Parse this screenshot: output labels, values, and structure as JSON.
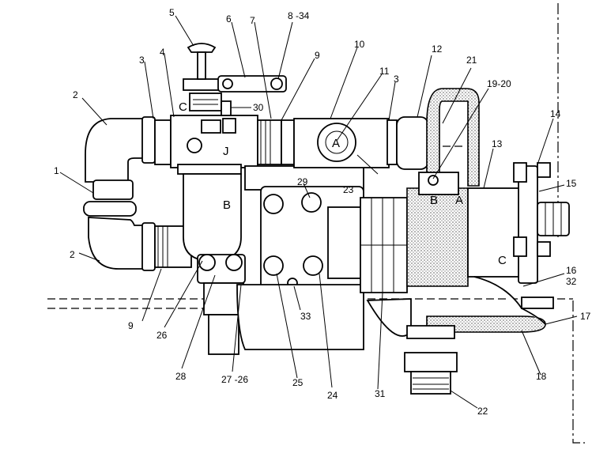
{
  "diagram": {
    "callouts": [
      {
        "id": "c1",
        "text": "1"
      },
      {
        "id": "c2a",
        "text": "2"
      },
      {
        "id": "c2b",
        "text": "2"
      },
      {
        "id": "c3a",
        "text": "3"
      },
      {
        "id": "c3b",
        "text": "3"
      },
      {
        "id": "c4",
        "text": "4"
      },
      {
        "id": "c5",
        "text": "5"
      },
      {
        "id": "c6",
        "text": "6"
      },
      {
        "id": "c7",
        "text": "7"
      },
      {
        "id": "c8",
        "text": "8 -34"
      },
      {
        "id": "c9a",
        "text": "9"
      },
      {
        "id": "c9b",
        "text": "9"
      },
      {
        "id": "c10",
        "text": "10"
      },
      {
        "id": "c11",
        "text": "11"
      },
      {
        "id": "c12",
        "text": "12"
      },
      {
        "id": "c13",
        "text": "13"
      },
      {
        "id": "c14",
        "text": "14"
      },
      {
        "id": "c15",
        "text": "15"
      },
      {
        "id": "c16",
        "text": "16"
      },
      {
        "id": "c17",
        "text": "17"
      },
      {
        "id": "c18",
        "text": "18"
      },
      {
        "id": "c19",
        "text": "19-20"
      },
      {
        "id": "c21",
        "text": "21"
      },
      {
        "id": "c22",
        "text": "22"
      },
      {
        "id": "c23",
        "text": "23"
      },
      {
        "id": "c24",
        "text": "24"
      },
      {
        "id": "c25",
        "text": "25"
      },
      {
        "id": "c26",
        "text": "26"
      },
      {
        "id": "c27",
        "text": "27 -26"
      },
      {
        "id": "c28",
        "text": "28"
      },
      {
        "id": "c29",
        "text": "29"
      },
      {
        "id": "c30",
        "text": "30"
      },
      {
        "id": "c31",
        "text": "31"
      },
      {
        "id": "c32",
        "text": "32"
      },
      {
        "id": "c33",
        "text": "33"
      }
    ],
    "letters": [
      {
        "id": "lC1",
        "text": "C"
      },
      {
        "id": "lJ",
        "text": "J"
      },
      {
        "id": "lB1",
        "text": "B"
      },
      {
        "id": "lA1",
        "text": "A"
      },
      {
        "id": "lB2",
        "text": "B"
      },
      {
        "id": "lA2",
        "text": "A"
      },
      {
        "id": "lC2",
        "text": "C"
      }
    ]
  }
}
